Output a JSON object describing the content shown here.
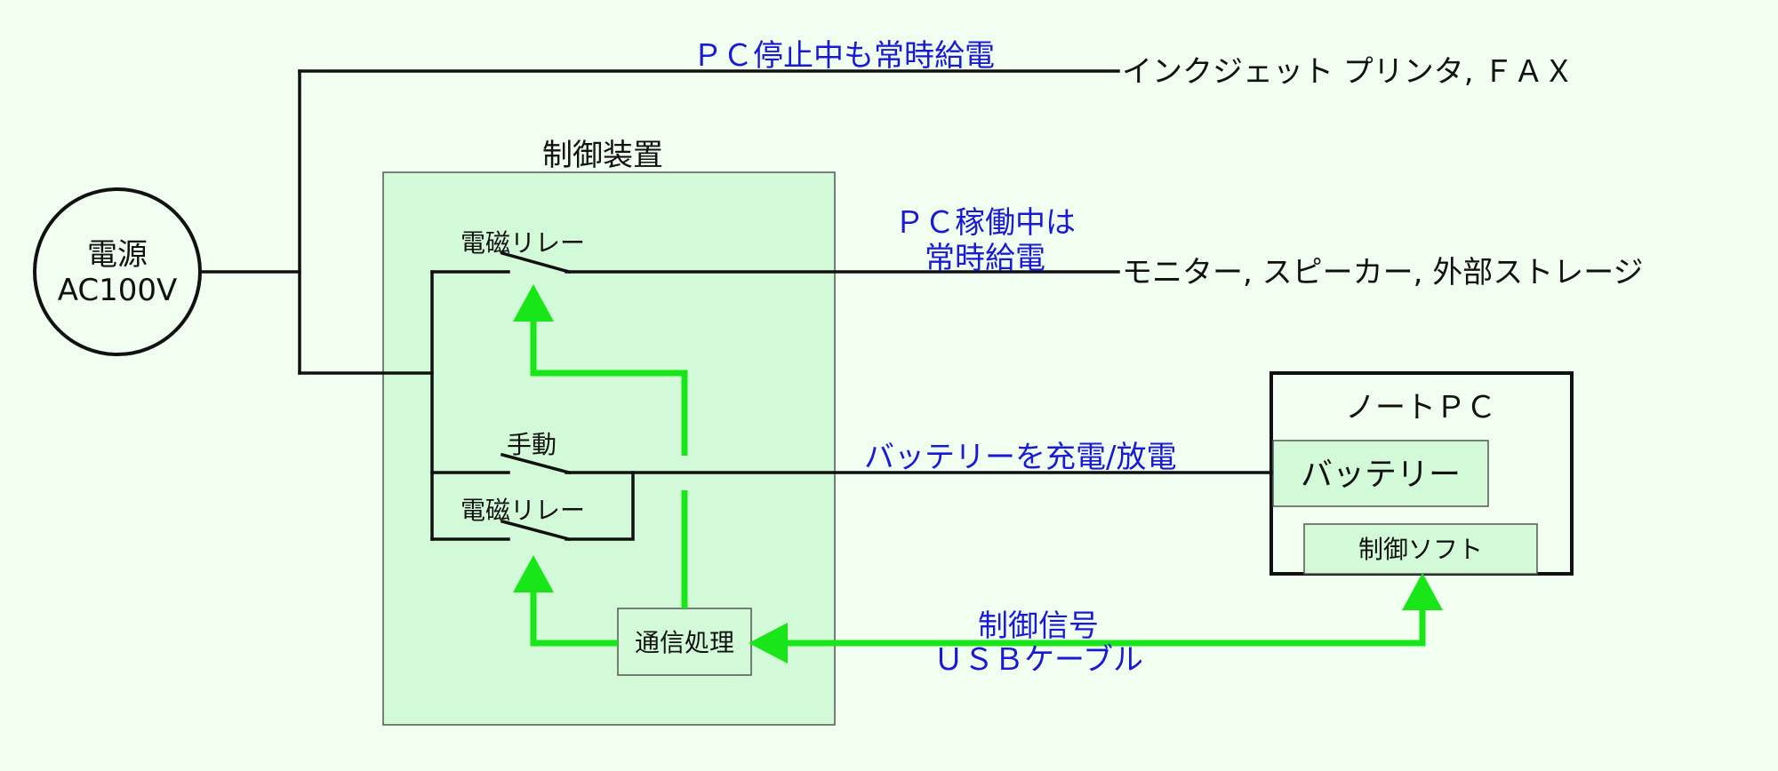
{
  "power_source": {
    "line1": "電源",
    "line2": "AC100V"
  },
  "labels": {
    "always_power_note": "ＰＣ停止中も常時給電",
    "printer_fax": "インクジェット プリンタ, ＦＡＸ",
    "control_device": "制御装置",
    "relay_top": "電磁リレー",
    "pc_running_note_1": "ＰＣ稼働中は",
    "pc_running_note_2": "常時給電",
    "peripherals": "モニター, スピーカー, 外部ストレージ",
    "manual": "手動",
    "relay_bottom": "電磁リレー",
    "charge_note": "バッテリーを充電/放電",
    "notebook_pc": "ノートＰＣ",
    "battery": "バッテリー",
    "control_software": "制御ソフト",
    "comm_processing": "通信処理",
    "control_signal": "制御信号",
    "usb_cable": "ＵＳＢケーブル"
  },
  "colors": {
    "background": "#f0fff0",
    "panel_fill": "#d2fad8",
    "wire": "#111111",
    "signal": "#19e619",
    "blue_text": "#1a1ad6"
  }
}
